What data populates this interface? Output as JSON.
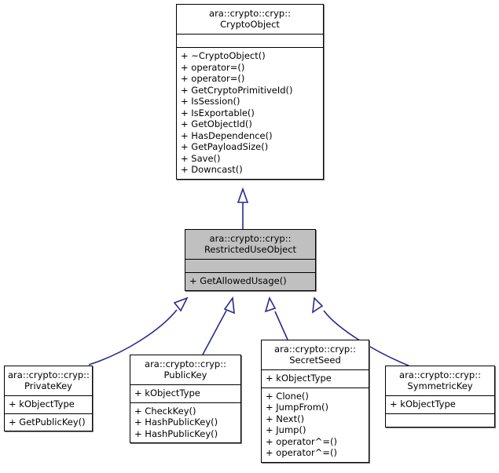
{
  "diagram": {
    "kind": "uml-class-inheritance-diagram",
    "background_color": "#ffffff",
    "edge_color": "#29298f",
    "highlight_fill": "#c0c0c0",
    "border_color": "#000000",
    "classes": [
      {
        "id": "crypto-object",
        "namespace": "ara::crypto::cryp::",
        "name": "CryptoObject",
        "attributes": [],
        "operations": [
          "+ ~CryptoObject()",
          "+ operator=()",
          "+ operator=()",
          "+ GetCryptoPrimitiveId()",
          "+ IsSession()",
          "+ IsExportable()",
          "+ GetObjectId()",
          "+ HasDependence()",
          "+ GetPayloadSize()",
          "+ Save()",
          "+ Downcast()"
        ],
        "highlighted": false
      },
      {
        "id": "restricted-use-object",
        "namespace": "ara::crypto::cryp::",
        "name": "RestrictedUseObject",
        "attributes": [],
        "operations": [
          "+ GetAllowedUsage()"
        ],
        "highlighted": true
      },
      {
        "id": "private-key",
        "namespace": "ara::crypto::cryp::",
        "name": "PrivateKey",
        "attributes": [
          "+ kObjectType"
        ],
        "operations": [
          "+ GetPublicKey()"
        ],
        "highlighted": false
      },
      {
        "id": "public-key",
        "namespace": "ara::crypto::cryp::",
        "name": "PublicKey",
        "attributes": [
          "+ kObjectType"
        ],
        "operations": [
          "+ CheckKey()",
          "+ HashPublicKey()",
          "+ HashPublicKey()"
        ],
        "highlighted": false
      },
      {
        "id": "secret-seed",
        "namespace": "ara::crypto::cryp::",
        "name": "SecretSeed",
        "attributes": [
          "+ kObjectType"
        ],
        "operations": [
          "+ Clone()",
          "+ JumpFrom()",
          "+ Next()",
          "+ Jump()",
          "+ operator^=()",
          "+ operator^=()"
        ],
        "highlighted": false
      },
      {
        "id": "symmetric-key",
        "namespace": "ara::crypto::cryp::",
        "name": "SymmetricKey",
        "attributes": [
          "+ kObjectType"
        ],
        "operations": [],
        "highlighted": false
      }
    ],
    "inheritance_edges": [
      {
        "from": "restricted-use-object",
        "to": "crypto-object"
      },
      {
        "from": "private-key",
        "to": "restricted-use-object"
      },
      {
        "from": "public-key",
        "to": "restricted-use-object"
      },
      {
        "from": "secret-seed",
        "to": "restricted-use-object"
      },
      {
        "from": "symmetric-key",
        "to": "restricted-use-object"
      }
    ]
  }
}
